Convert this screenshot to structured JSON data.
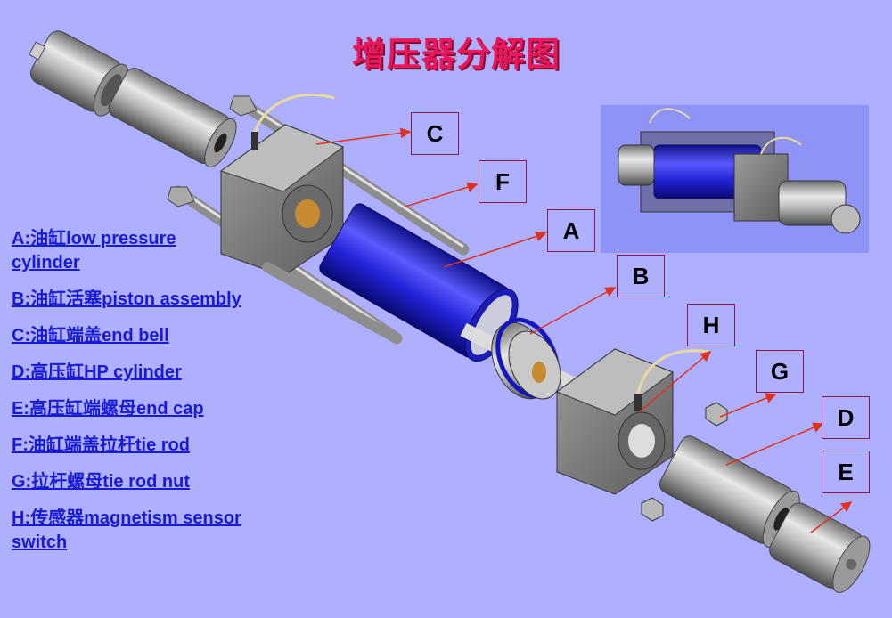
{
  "title": "增压器分解图",
  "callouts": {
    "A": "A",
    "B": "B",
    "C": "C",
    "D": "D",
    "E": "E",
    "F": "F",
    "G": "G",
    "H": "H"
  },
  "legend": [
    "A:油缸low pressure cylinder",
    "B:油缸活塞piston assembly",
    "C:油缸端盖end bell",
    "D:高压缸HP cylinder",
    "E:高压缸端螺母end cap",
    "F:油缸端盖拉杆tie rod",
    "G:拉杆螺母tie rod nut",
    "H:传感器magnetism sensor switch"
  ],
  "colors": {
    "background": "#aeb0ff",
    "title": "#e8185a",
    "legend_text": "#1a1ad0",
    "leader_line": "#e03020",
    "cylinder_blue": "#2a2ae0",
    "steel": "#b0b0b0"
  }
}
